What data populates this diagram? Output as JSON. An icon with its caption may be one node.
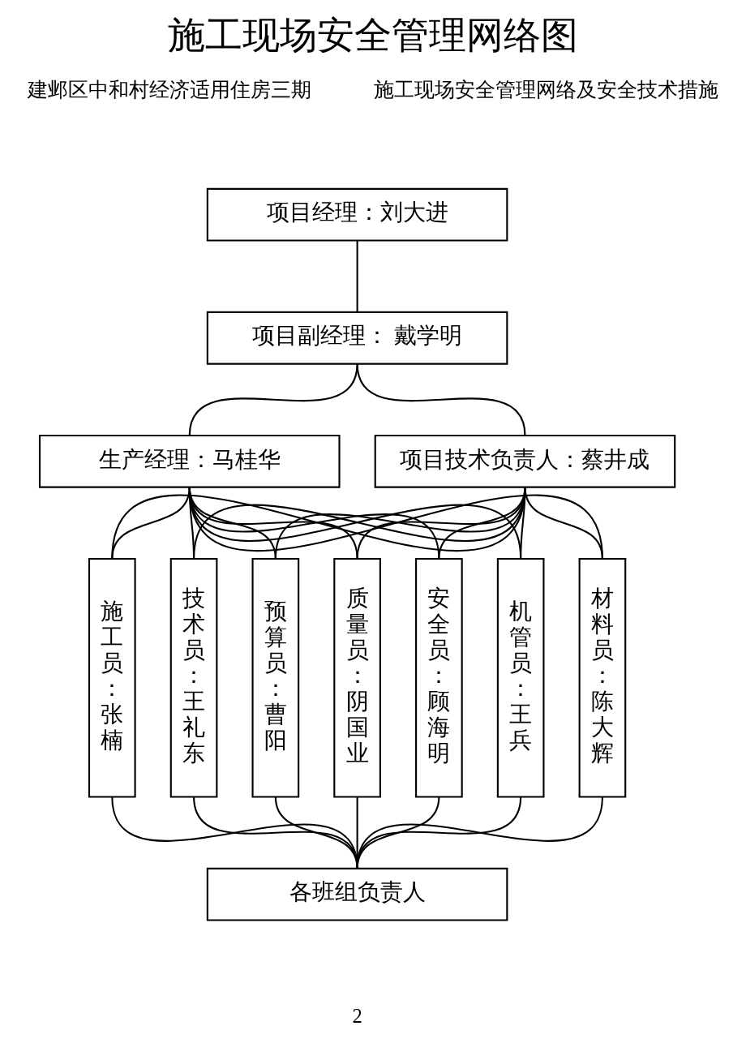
{
  "diagram": {
    "title": "施工现场安全管理网络图",
    "nodes": [
      {
        "text": [
          "项目经理：刘大进"
        ]
      },
      {
        "text": [
          "项目副经理： 戴学明"
        ]
      },
      {
        "text": [
          "生产经理：马桂华"
        ]
      },
      {
        "text": [
          "项目技术负责人：蔡井成"
        ]
      },
      {
        "text": [
          "施工员：张楠"
        ]
      },
      {
        "text": [
          "技术员：王礼东"
        ]
      },
      {
        "text": [
          "预算员：曹阳"
        ]
      },
      {
        "text": [
          "质量员：阴国业"
        ]
      },
      {
        "text": [
          "安全员：顾海明"
        ]
      },
      {
        "text": [
          "机管员：王兵"
        ]
      },
      {
        "text": [
          "材料员：陈大辉"
        ]
      },
      {
        "text": [
          "各班组负责人"
        ]
      }
    ],
    "edges": [
      {
        "from": 0,
        "to": 1,
        "arrow": "none"
      },
      {
        "from": 1,
        "to": 2,
        "arrow": "none"
      },
      {
        "from": 1,
        "to": 3,
        "arrow": "none"
      },
      {
        "from": 2,
        "to": 4,
        "arrow": "none"
      },
      {
        "from": 2,
        "to": 5,
        "arrow": "none"
      },
      {
        "from": 2,
        "to": 6,
        "arrow": "none"
      },
      {
        "from": 2,
        "to": 7,
        "arrow": "none"
      },
      {
        "from": 2,
        "to": 8,
        "arrow": "none"
      },
      {
        "from": 2,
        "to": 9,
        "arrow": "none"
      },
      {
        "from": 2,
        "to": 10,
        "arrow": "none"
      },
      {
        "from": 3,
        "to": 4,
        "arrow": "none"
      },
      {
        "from": 3,
        "to": 5,
        "arrow": "none"
      },
      {
        "from": 3,
        "to": 6,
        "arrow": "none"
      },
      {
        "from": 3,
        "to": 7,
        "arrow": "none"
      },
      {
        "from": 3,
        "to": 8,
        "arrow": "none"
      },
      {
        "from": 3,
        "to": 9,
        "arrow": "none"
      },
      {
        "from": 3,
        "to": 10,
        "arrow": "none"
      },
      {
        "from": 4,
        "to": 11,
        "arrow": "none"
      },
      {
        "from": 5,
        "to": 11,
        "arrow": "none"
      },
      {
        "from": 6,
        "to": 11,
        "arrow": "none"
      },
      {
        "from": 7,
        "to": 11,
        "arrow": "none"
      },
      {
        "from": 8,
        "to": 11,
        "arrow": "none"
      },
      {
        "from": 9,
        "to": 11,
        "arrow": "none"
      },
      {
        "from": 10,
        "to": 11,
        "arrow": "none"
      }
    ],
    "labels": [
      "建邺区中和村经济适用住房三期",
      "施工现场安全管理网络及安全技术措施",
      "2"
    ]
  }
}
